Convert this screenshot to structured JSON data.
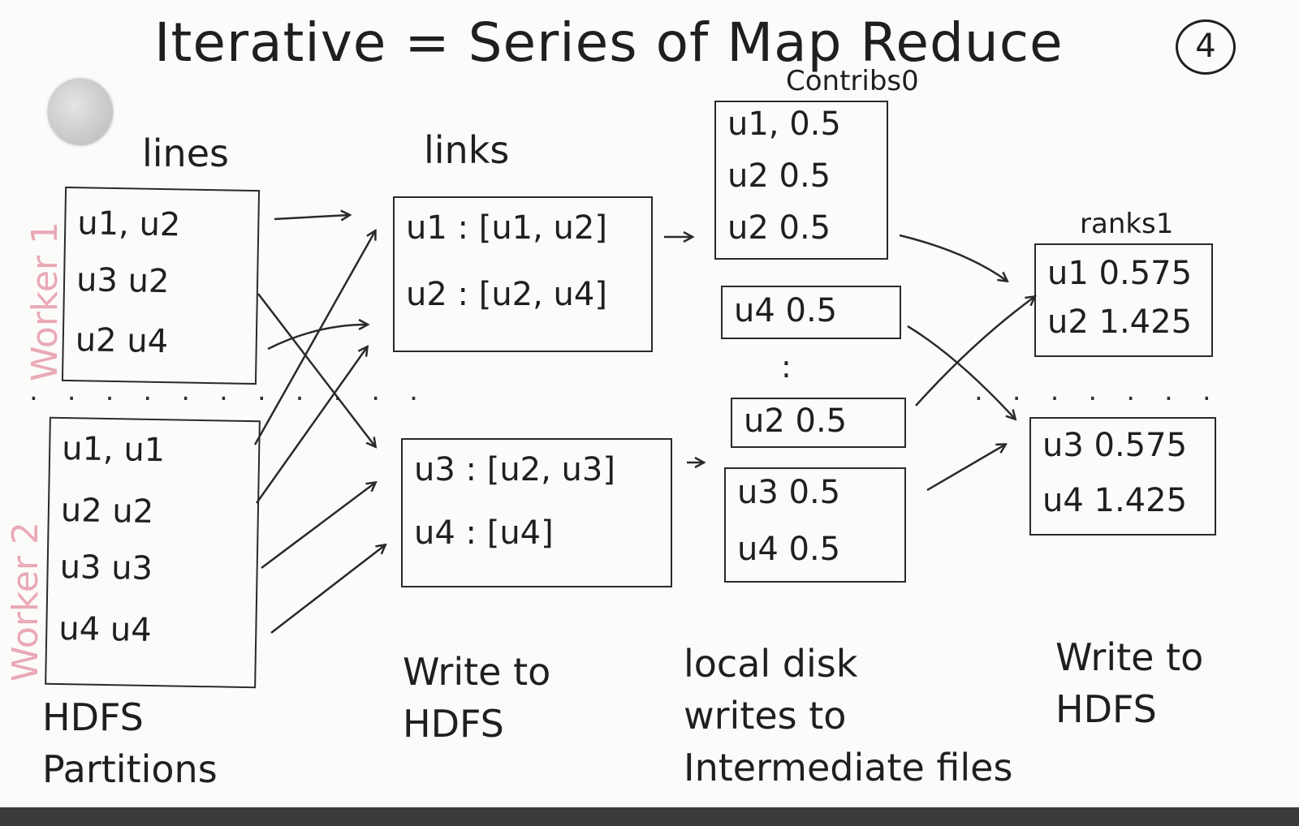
{
  "title": "Iterative = Series of Map Reduce",
  "page_number": "4",
  "workers": [
    "Worker 1",
    "Worker 2"
  ],
  "columns": {
    "lines": {
      "label": "lines",
      "partitions": [
        [
          "u1, u2",
          "u3 u2",
          "u2 u4"
        ],
        [
          "u1, u1",
          "u2 u2",
          "u3 u3",
          "u4 u4"
        ]
      ],
      "footer": [
        "HDFS",
        "Partitions"
      ]
    },
    "links": {
      "label": "links",
      "partitions": [
        [
          "u1 : [u1, u2]",
          "u2 : [u2, u4]"
        ],
        [
          "u3 : [u2, u3]",
          "u4 : [u4]"
        ]
      ],
      "footer": [
        "Write to",
        "HDFS"
      ]
    },
    "contribs": {
      "label": "Contribs0",
      "partitions": [
        [
          "u1, 0.5",
          "u2 0.5",
          "u2 0.5"
        ],
        [
          "u4 0.5"
        ],
        [
          "u2 0.5"
        ],
        [
          "u3 0.5",
          "u4 0.5"
        ]
      ],
      "footer": [
        "local disk",
        "writes to",
        "Intermediate files"
      ]
    },
    "ranks": {
      "label": "ranks1",
      "partitions": [
        [
          "u1 0.575",
          "u2 1.425"
        ],
        [
          "u3 0.575",
          "u4 1.425"
        ]
      ],
      "footer": [
        "Write to",
        "HDFS"
      ]
    }
  },
  "ellipsis": ":"
}
